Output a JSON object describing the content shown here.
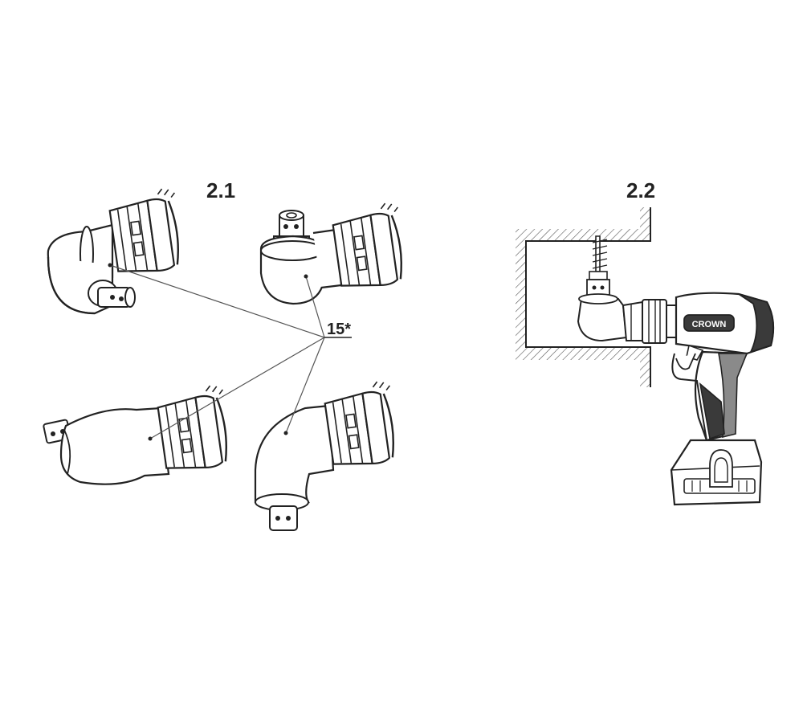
{
  "figure_2_1": {
    "label": "2.1",
    "angle_step": "15*",
    "positions": [
      "head-upper-left",
      "head-upper-right",
      "head-lower-left",
      "head-lower-right"
    ]
  },
  "figure_2_2": {
    "label": "2.2",
    "brand_text": "CROWN"
  },
  "colors": {
    "line": "#222222",
    "hatch": "#555555",
    "fill_dark": "#3a3a3a",
    "fill_mid": "#8a8a8a",
    "paper": "#ffffff"
  }
}
